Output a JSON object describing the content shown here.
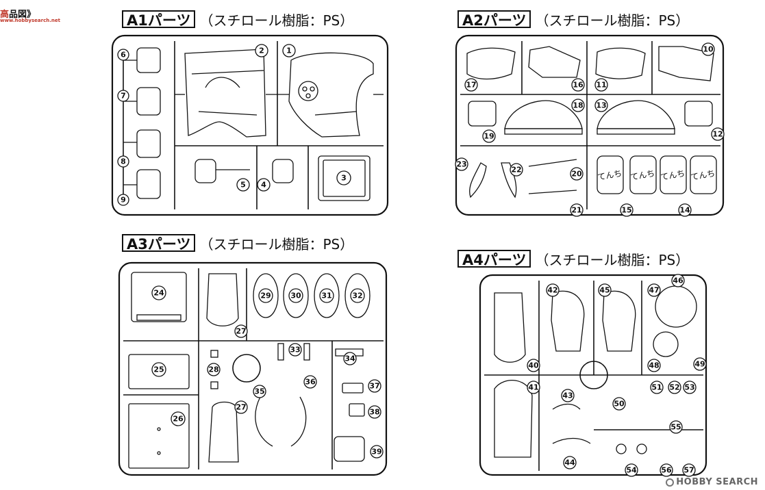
{
  "page": {
    "corner_logo": "高",
    "corner_logo_sub": "www.hobbysearch.net",
    "corner_title": "品図》"
  },
  "sprues": [
    {
      "label": "A1パーツ",
      "material": "（スチロール樹脂：PS）",
      "parts": [
        "1",
        "2",
        "3",
        "4",
        "5",
        "6",
        "7",
        "8",
        "9"
      ]
    },
    {
      "label": "A2パーツ",
      "material": "（スチロール樹脂：PS）",
      "parts": [
        "10",
        "11",
        "12",
        "13",
        "14",
        "15",
        "16",
        "17",
        "18",
        "19",
        "20",
        "21",
        "22",
        "23"
      ],
      "printed_text": "てんち"
    },
    {
      "label": "A3パーツ",
      "material": "（スチロール樹脂：PS）",
      "parts": [
        "24",
        "25",
        "26",
        "27",
        "28",
        "29",
        "30",
        "31",
        "32",
        "33",
        "34",
        "35",
        "36",
        "37",
        "38",
        "39"
      ]
    },
    {
      "label": "A4パーツ",
      "material": "（スチロール樹脂：PS）",
      "parts": [
        "40",
        "41",
        "42",
        "43",
        "44",
        "45",
        "46",
        "47",
        "48",
        "49",
        "50",
        "51",
        "52",
        "53",
        "54",
        "55",
        "56",
        "57"
      ]
    }
  ],
  "watermark": {
    "text": "HOBBY SEARCH",
    "icon": "hobby-search-logo-icon"
  }
}
